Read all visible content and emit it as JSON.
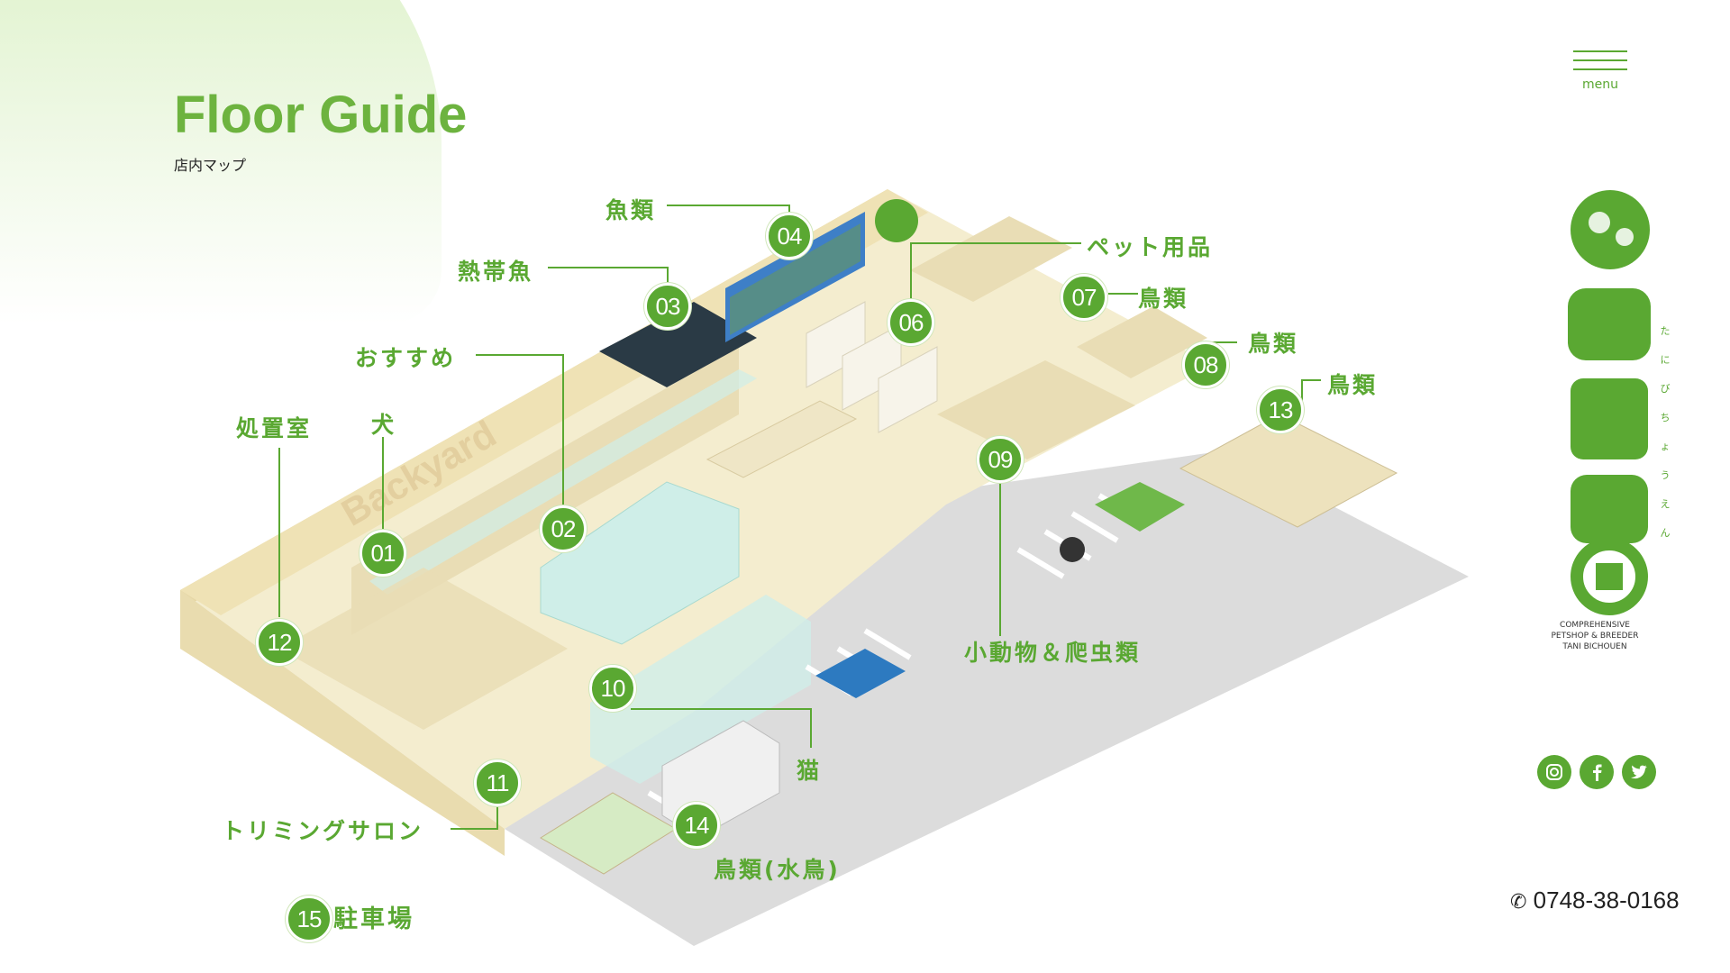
{
  "header": {
    "title": "Floor Guide",
    "subtitle": "店内マップ"
  },
  "menu": {
    "label": "menu"
  },
  "map": {
    "backyard_text": "Backyard",
    "areas": [
      {
        "num": "01",
        "label": "犬"
      },
      {
        "num": "02",
        "label": "おすすめ"
      },
      {
        "num": "03",
        "label": "熱帯魚"
      },
      {
        "num": "04",
        "label": "魚類"
      },
      {
        "num": "06",
        "label": "ペット用品"
      },
      {
        "num": "07",
        "label": "鳥類"
      },
      {
        "num": "08",
        "label": "鳥類"
      },
      {
        "num": "09",
        "label": "小動物＆爬虫類"
      },
      {
        "num": "10",
        "label": "猫"
      },
      {
        "num": "11",
        "label": "トリミングサロン"
      },
      {
        "num": "12",
        "label": "処置室"
      },
      {
        "num": "13",
        "label": "鳥類"
      },
      {
        "num": "14",
        "label": "鳥類(水鳥)"
      },
      {
        "num": "15",
        "label": "駐車場"
      }
    ]
  },
  "brand": {
    "name_kana": [
      "た",
      "に",
      "び",
      "ち",
      "ょ",
      "う",
      "え",
      "ん"
    ],
    "tagline": [
      "COMPREHENSIVE",
      "PETSHOP & BREEDER",
      "TANI BICHOUEN"
    ]
  },
  "social": [
    {
      "name": "instagram-icon"
    },
    {
      "name": "facebook-icon"
    },
    {
      "name": "twitter-icon"
    }
  ],
  "contact": {
    "phone": "0748-38-0168"
  },
  "colors": {
    "accent": "#5aa832",
    "floor": "#f4edcf",
    "wall": "#ecdfb4",
    "parking": "#d9d9d9"
  }
}
